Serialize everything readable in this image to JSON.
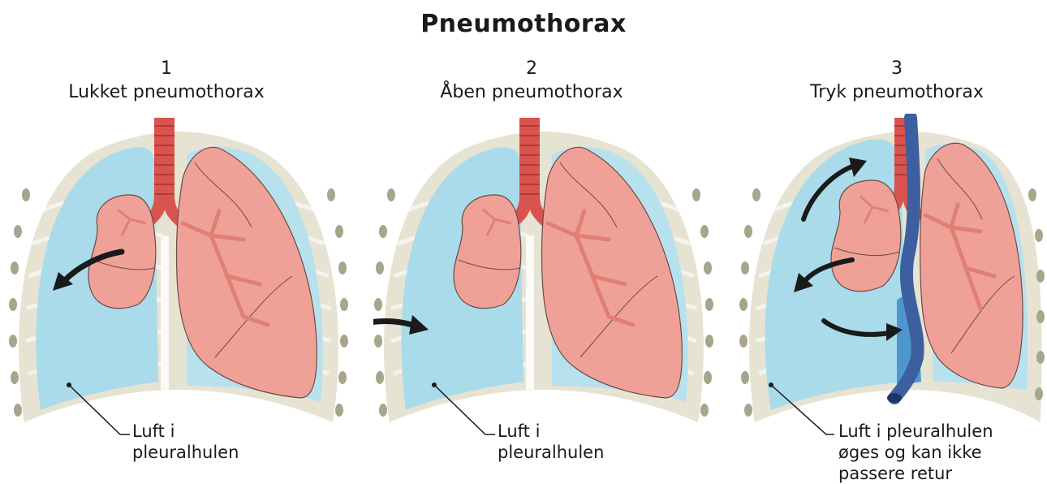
{
  "title": "Pneumothorax",
  "panels": [
    {
      "number": "1",
      "label": "Lukket pneumothorax",
      "caption": [
        "Luft i",
        "pleuralhulen"
      ]
    },
    {
      "number": "2",
      "label": "Åben pneumothorax",
      "caption": [
        "Luft i",
        "pleuralhulen"
      ]
    },
    {
      "number": "3",
      "label": "Tryk pneumothorax",
      "caption": [
        "Luft i pleuralhulen",
        "øges og kan ikke",
        "passere retur"
      ]
    }
  ],
  "colors": {
    "chest_wall": "#e6e3d2",
    "pleural_air": "#a9dbeb",
    "lung": "#f0a197",
    "lung_outline": "#6a4a45",
    "trachea": "#d9534f",
    "vein": "#3e5f9f",
    "arrow": "#1a1a1a"
  }
}
